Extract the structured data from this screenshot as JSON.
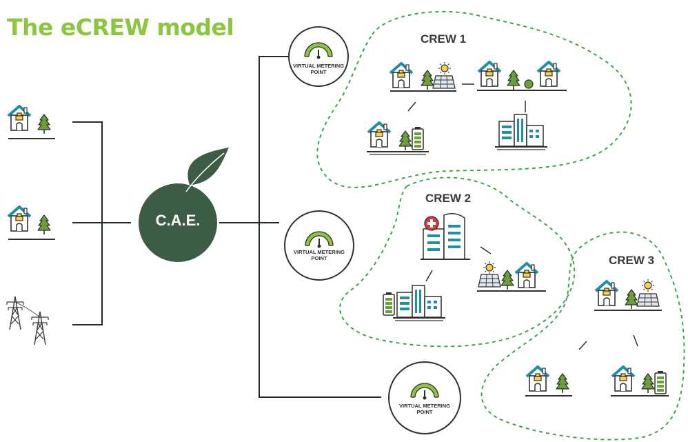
{
  "title": "The eCREW model",
  "center_node": {
    "label": "C.A.E."
  },
  "metering_points": [
    {
      "label_line1": "VIRTUAL METERING",
      "label_line2": "POINT"
    },
    {
      "label_line1": "VIRTUAL METERING",
      "label_line2": "POINT"
    },
    {
      "label_line1": "VIRTUAL METERING",
      "label_line2": "POINT"
    }
  ],
  "crews": [
    {
      "label": "CREW 1"
    },
    {
      "label": "CREW 2"
    },
    {
      "label": "CREW 3"
    }
  ],
  "icons": {
    "house": "house-icon",
    "tree": "tree-icon",
    "sun": "sun-icon",
    "solar_panel": "solar-panel-icon",
    "battery": "battery-icon",
    "office_building": "office-building-icon",
    "hospital": "hospital-icon",
    "power_pylon": "power-pylon-icon",
    "gauge": "gauge-icon",
    "leaf": "leaf-icon"
  },
  "colors": {
    "title_green": "#8cc63f",
    "cae_dark_green": "#3d5c45",
    "roof_teal": "#1d8fa6",
    "window_yellow": "#f7d24a",
    "tree_green": "#6a9f3a",
    "line_dark": "#1f2b2b",
    "dashed_green": "#3fa34d"
  }
}
